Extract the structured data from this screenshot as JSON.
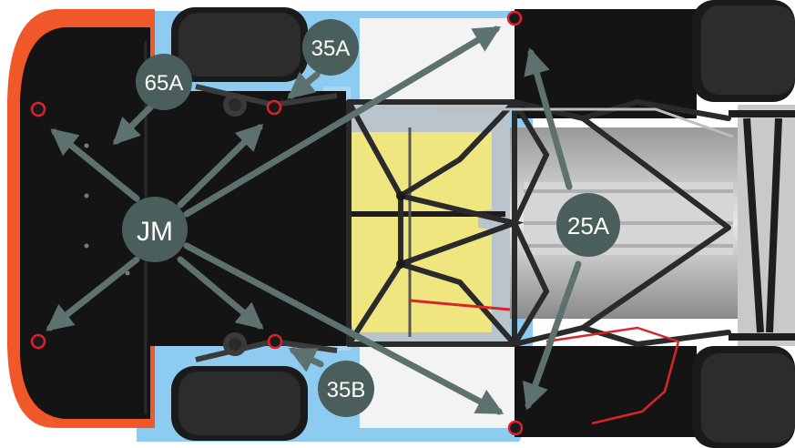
{
  "labels": {
    "jm": "JM",
    "a65": "65A",
    "a35": "35A",
    "b35": "35B",
    "a25": "25A"
  },
  "colors": {
    "callout_fill": "#4a5f5c",
    "callout_text": "#ffffff",
    "arrow": "#5d726f",
    "red_marker": "#e0202a",
    "body_orange": "#f0582a",
    "body_blue": "#8ecbf0",
    "floor": "#141414",
    "fuel_tank": "#f0e680",
    "frame": "#2a2a2a"
  }
}
